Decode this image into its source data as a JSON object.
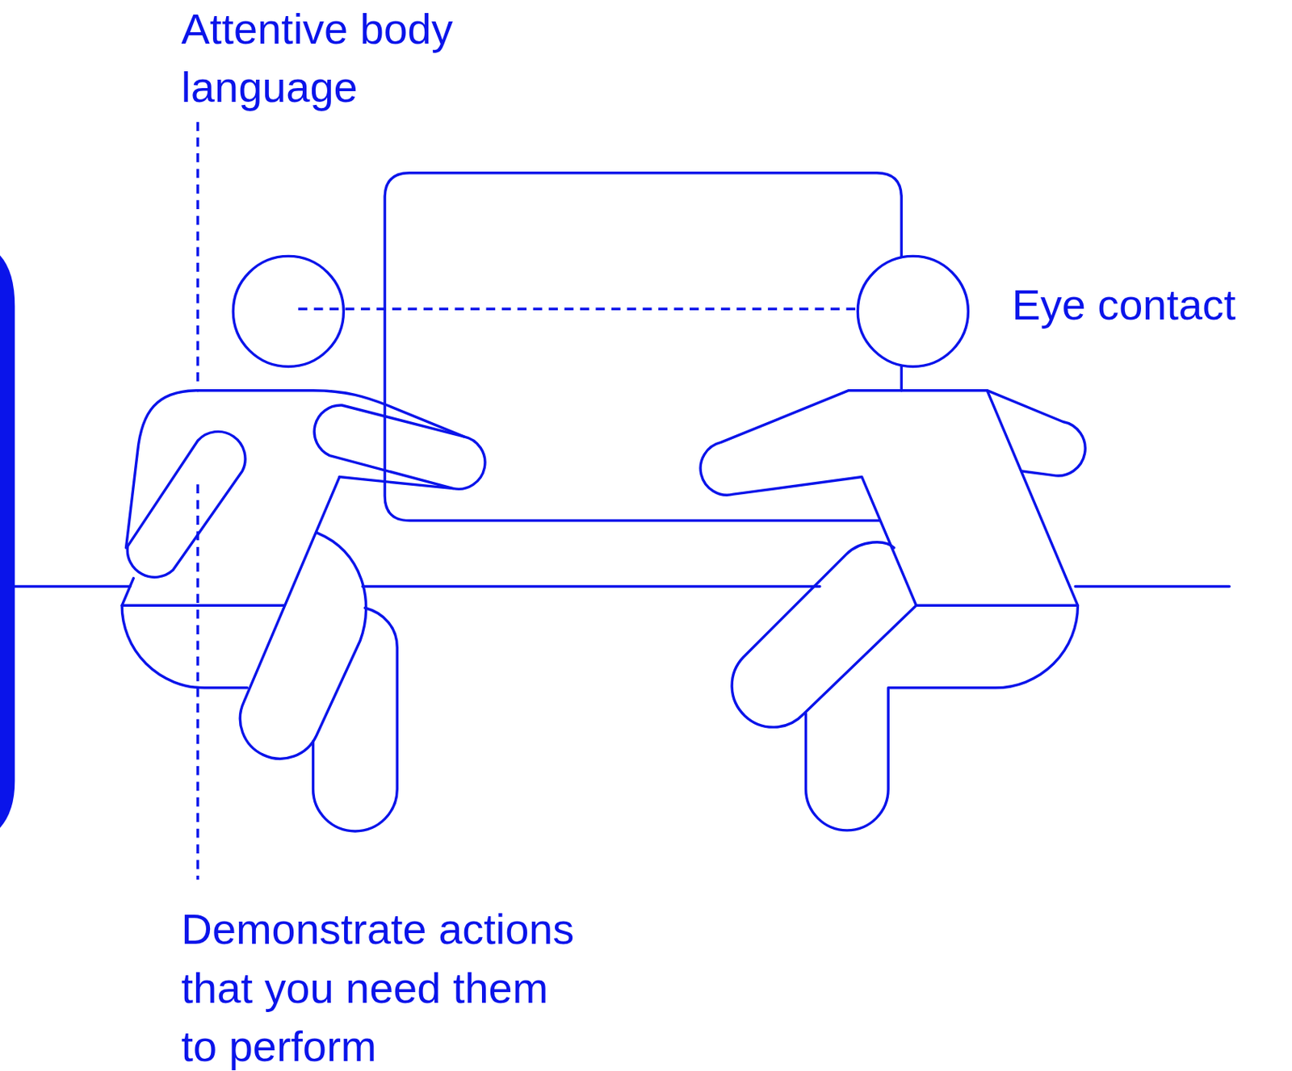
{
  "diagram": {
    "labels": [
      "Attentive body language",
      "Eye contact",
      "Demonstrate actions that you need them to perform"
    ]
  }
}
